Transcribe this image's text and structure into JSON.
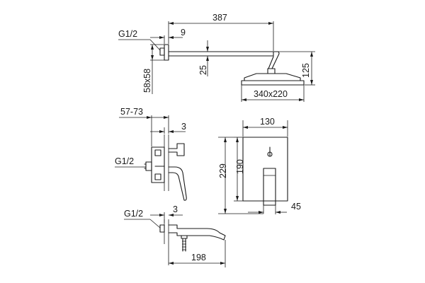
{
  "shower": {
    "thread": "G1/2",
    "arm_length": "387",
    "flange_offset": "9",
    "arm_drop": "25",
    "flange_size": "58x58",
    "head_height": "125",
    "head_size": "340x220"
  },
  "mixer": {
    "depth_range": "57-73",
    "offset": "3",
    "thread": "G1/2"
  },
  "plate": {
    "width": "130",
    "height_inner": "190",
    "height_outer": "229",
    "depth": "45"
  },
  "spout": {
    "thread": "G1/2",
    "offset": "3",
    "length": "198"
  }
}
